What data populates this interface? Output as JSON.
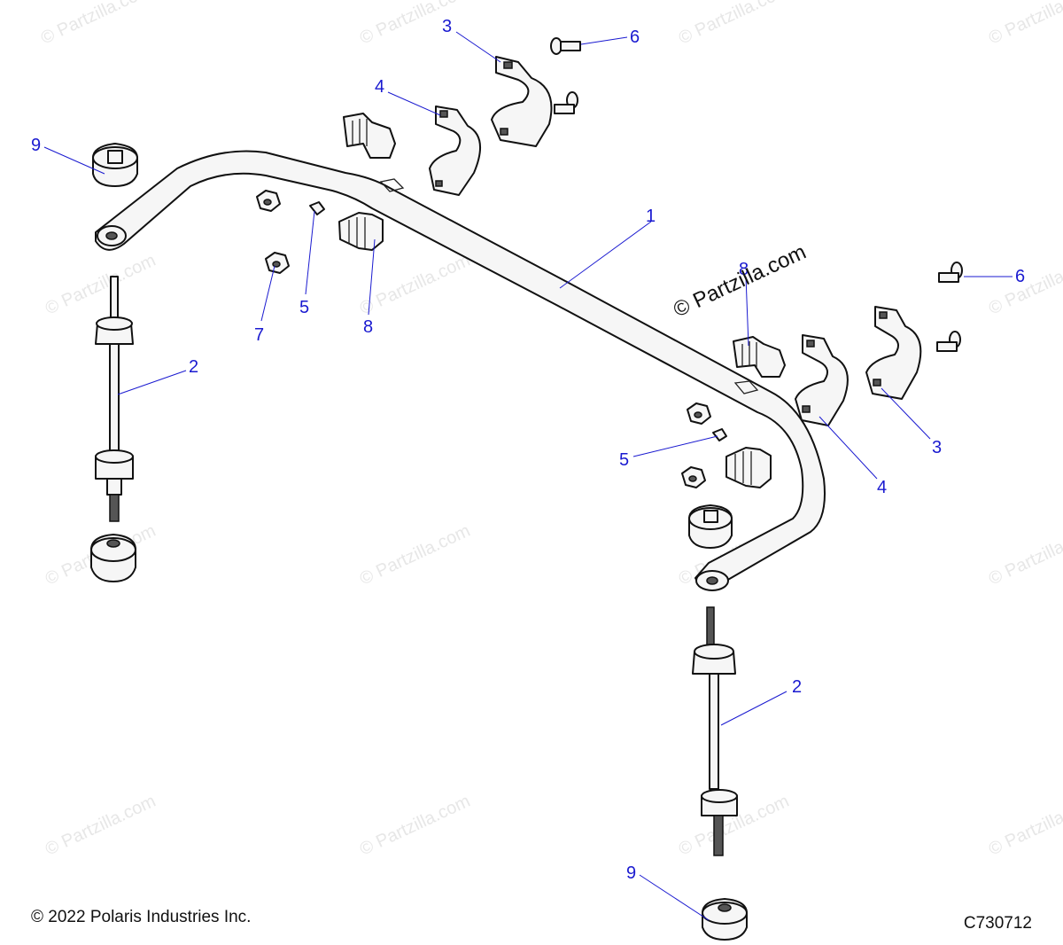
{
  "watermark": "© Partzilla.com",
  "copyright": "© 2022 Polaris Industries Inc.",
  "diagram_code": "C730712",
  "callouts": {
    "c1": "1",
    "c2a": "2",
    "c2b": "2",
    "c3a": "3",
    "c3b": "3",
    "c4a": "4",
    "c4b": "4",
    "c5a": "5",
    "c5b": "5",
    "c6a": "6",
    "c6b": "6",
    "c7": "7",
    "c8a": "8",
    "c8b": "8",
    "c9a": "9",
    "c9b": "9"
  },
  "colors": {
    "callout": "#1a1ad0",
    "watermark": "#e7e7e7"
  }
}
